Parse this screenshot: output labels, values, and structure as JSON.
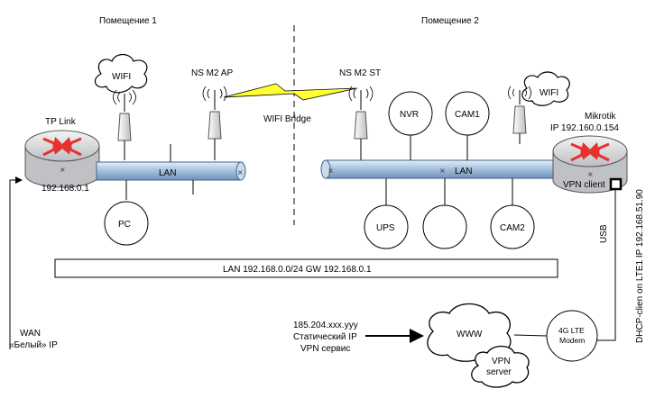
{
  "rooms": {
    "room1": "Помещение 1",
    "room2": "Помещение 2"
  },
  "bridge": {
    "ap_label": "NS M2 AP",
    "st_label": "NS M2 ST",
    "bridge_label": "WIFI Bridge"
  },
  "room1_devices": {
    "router_name": "TP Link",
    "router_ip": "192.168.0.1",
    "wifi_label": "WIFI",
    "lan_label": "LAN",
    "pc_label": "PC"
  },
  "room2_devices": {
    "router_name": "Mikrotik",
    "router_ip": "IP 192.160.0.154",
    "vpn_client": "VPN client",
    "wifi_label": "WIFI",
    "lan_label": "LAN",
    "nvr": "NVR",
    "cam1": "CAM1",
    "cam2": "CAM2",
    "ups": "UPS",
    "usb": "USB"
  },
  "network_bar": "LAN 192.168.0.0/24  GW 192.168.0.1",
  "wan": {
    "line1": "WAN",
    "line2": "«Белый» IP"
  },
  "internet": {
    "static_line1": "185.204.xxx.yyy",
    "static_line2": "Статический IP",
    "static_line3": "VPN сервис",
    "www": "WWW",
    "vpn_server_line1": "VPN",
    "vpn_server_line2": "server",
    "modem_line1": "4G LTE",
    "modem_line2": "Modem"
  },
  "vertical_note": "DHCP-clien on LTE1 IP 192.168.51.90",
  "colors": {
    "router_body": "#d7d9dc",
    "arrow_red": "#e5322d",
    "lan_pipe": "#a9c3de",
    "bolt_yellow": "#ffff33",
    "antenna": "#e8e8e8"
  }
}
